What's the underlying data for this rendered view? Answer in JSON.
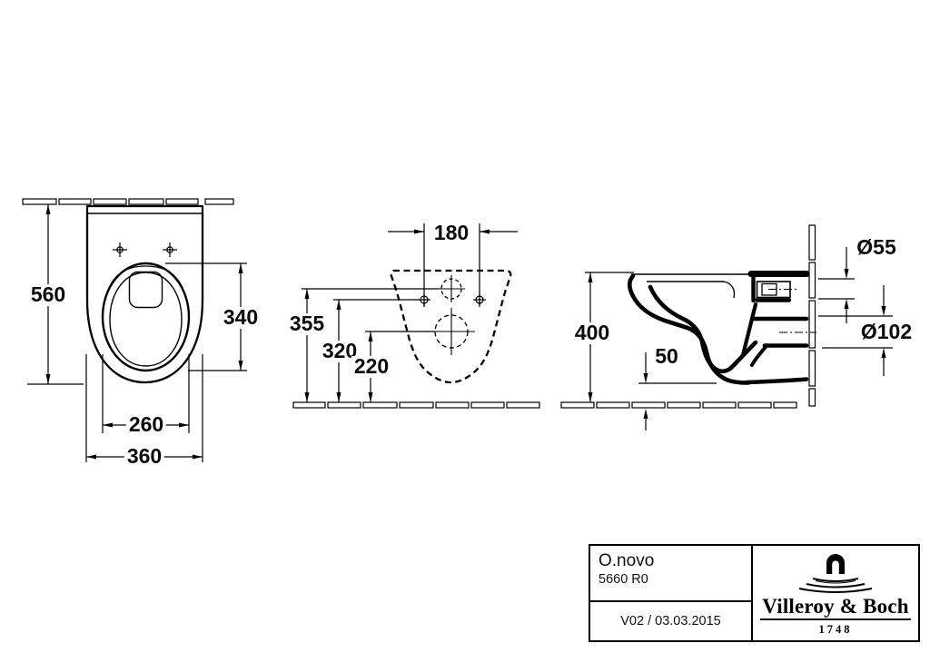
{
  "page": {
    "background_color": "#ffffff",
    "line_color": "#000000",
    "text_color": "#0a0a0a"
  },
  "views": {
    "top_view": {
      "dims": {
        "depth": "560",
        "bowl_length": "340",
        "bowl_width": "260",
        "width": "360"
      }
    },
    "rear_view": {
      "dims": {
        "hole_spacing": "180",
        "inlet_center_height": "355",
        "hole_height": "320",
        "outlet_center_height": "220"
      }
    },
    "side_view": {
      "dims": {
        "depth": "400",
        "bottom_clearance": "50",
        "inlet_diameter": "Ø55",
        "outlet_diameter": "Ø102"
      }
    }
  },
  "title_block": {
    "product_name": "O.novo",
    "product_code": "5660 R0",
    "revision_date": "V02 / 03.03.2015",
    "brand_name": "Villeroy & Boch",
    "brand_year": "1748"
  }
}
